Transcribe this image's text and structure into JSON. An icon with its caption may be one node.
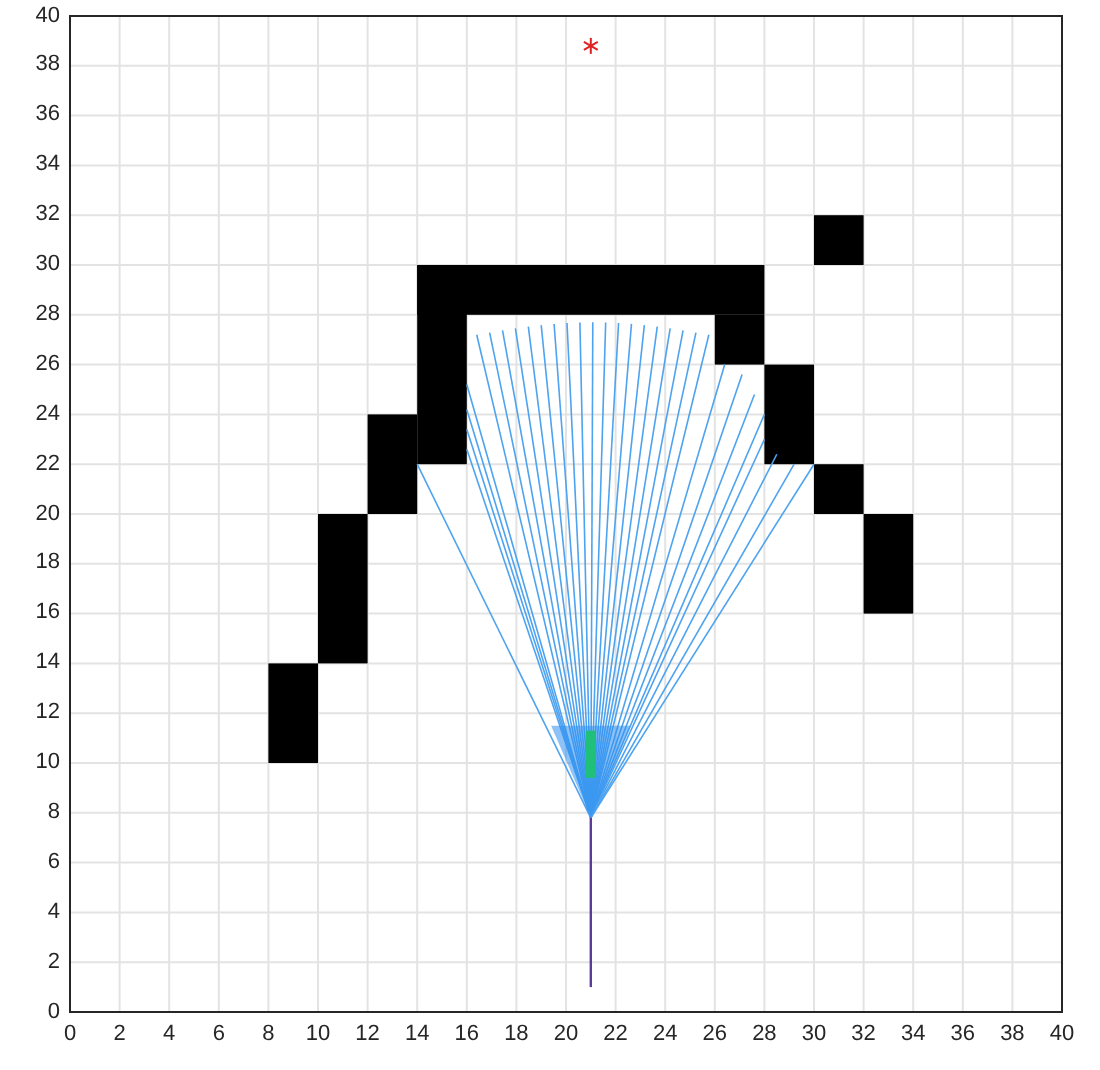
{
  "diagram": {
    "labels": [
      "40",
      "38",
      "36",
      "34",
      "32",
      "30",
      "28",
      "26",
      "24",
      "22",
      "20",
      "18",
      "16",
      "14",
      "12",
      "10",
      "8",
      "6",
      "4",
      "2",
      "0",
      "0",
      "2",
      "4",
      "6",
      "8",
      "10",
      "12",
      "14",
      "16",
      "18",
      "20",
      "22",
      "24",
      "26",
      "28",
      "30",
      "32",
      "34",
      "36",
      "38",
      "40"
    ]
  }
}
